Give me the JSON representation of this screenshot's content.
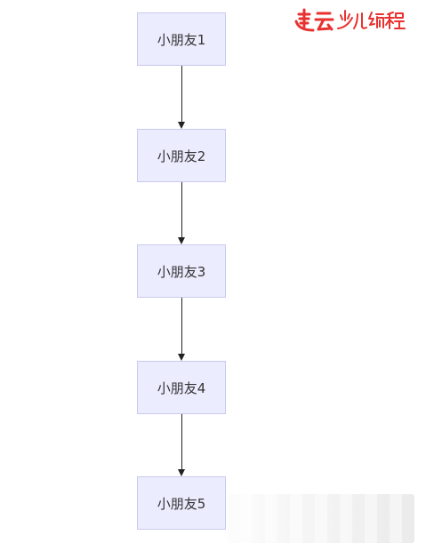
{
  "diagram": {
    "nodes": [
      {
        "label": "小朋友1"
      },
      {
        "label": "小朋友2"
      },
      {
        "label": "小朋友3"
      },
      {
        "label": "小朋友4"
      },
      {
        "label": "小朋友5"
      }
    ],
    "edges": [
      {
        "from": "小朋友1",
        "to": "小朋友2"
      },
      {
        "from": "小朋友2",
        "to": "小朋友3"
      },
      {
        "from": "小朋友3",
        "to": "小朋友4"
      },
      {
        "from": "小朋友4",
        "to": "小朋友5"
      }
    ]
  },
  "watermark": {
    "text": "速云少儿编程",
    "color": "#e8322f"
  },
  "colors": {
    "node_fill": "#ececff",
    "node_border": "#c9c9ef",
    "edge": "#222222"
  }
}
